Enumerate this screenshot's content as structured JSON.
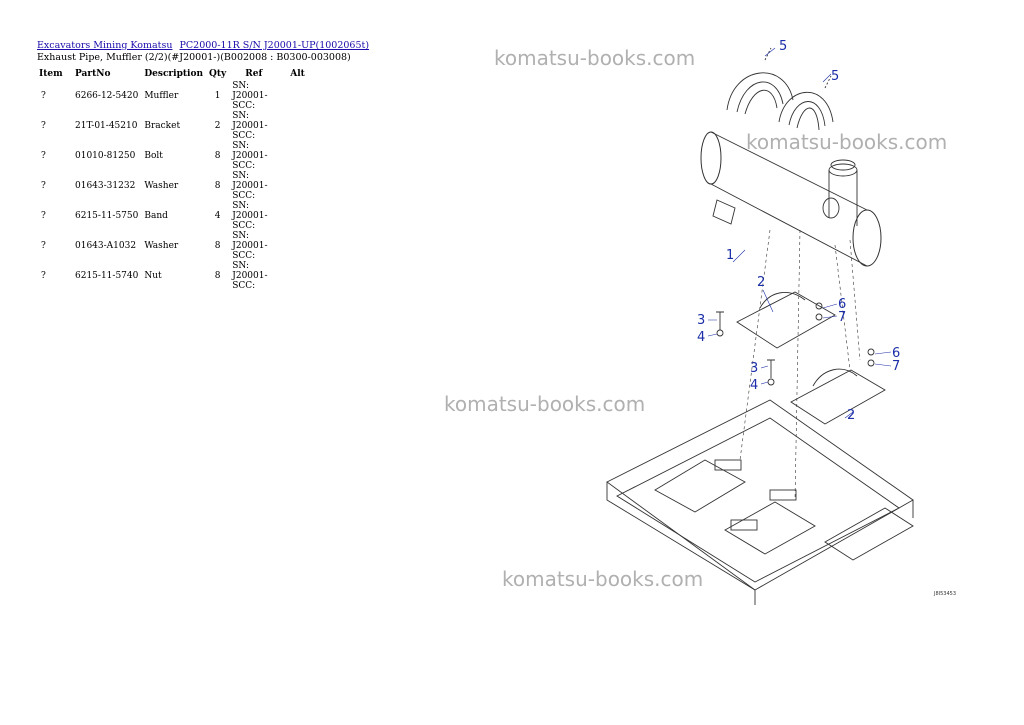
{
  "breadcrumb": {
    "link1": "Excavators Mining Komatsu",
    "link2": "PC2000-11R S/N J20001-UP(1002065t)"
  },
  "subtitle": "Exhaust Pipe, Muffler (2/2)(#J20001-)(B002008 : B0300-003008)",
  "table": {
    "headers": [
      "Item",
      "PartNo",
      "Description",
      "Qty",
      "Ref",
      "Alt"
    ],
    "rows": [
      {
        "item": "?",
        "part_no": "6266-12-5420",
        "description": "Muffler",
        "qty": "1",
        "ref": "SN: J20001-SCC:",
        "alt": ""
      },
      {
        "item": "?",
        "part_no": "21T-01-45210",
        "description": "Bracket",
        "qty": "2",
        "ref": "SN: J20001-SCC:",
        "alt": ""
      },
      {
        "item": "?",
        "part_no": "01010-81250",
        "description": "Bolt",
        "qty": "8",
        "ref": "SN: J20001-SCC:",
        "alt": ""
      },
      {
        "item": "?",
        "part_no": "01643-31232",
        "description": "Washer",
        "qty": "8",
        "ref": "SN: J20001-SCC:",
        "alt": ""
      },
      {
        "item": "?",
        "part_no": "6215-11-5750",
        "description": "Band",
        "qty": "4",
        "ref": "SN: J20001-SCC:",
        "alt": ""
      },
      {
        "item": "?",
        "part_no": "01643-A1032",
        "description": "Washer",
        "qty": "8",
        "ref": "SN: J20001-SCC:",
        "alt": ""
      },
      {
        "item": "?",
        "part_no": "6215-11-5740",
        "description": "Nut",
        "qty": "8",
        "ref": "SN: J20001-SCC:",
        "alt": ""
      }
    ]
  },
  "watermark": "komatsu-books.com",
  "diagram": {
    "code": "J8I53453",
    "callouts": {
      "c1": "1",
      "c2a": "2",
      "c2b": "2",
      "c3a": "3",
      "c3b": "3",
      "c4a": "4",
      "c4b": "4",
      "c5a": "5",
      "c5b": "5",
      "c6a": "6",
      "c6b": "6",
      "c7a": "7",
      "c7b": "7"
    }
  },
  "colors": {
    "link": "#1a0dab",
    "callout": "#1c2ea8",
    "watermark": "#969696"
  }
}
